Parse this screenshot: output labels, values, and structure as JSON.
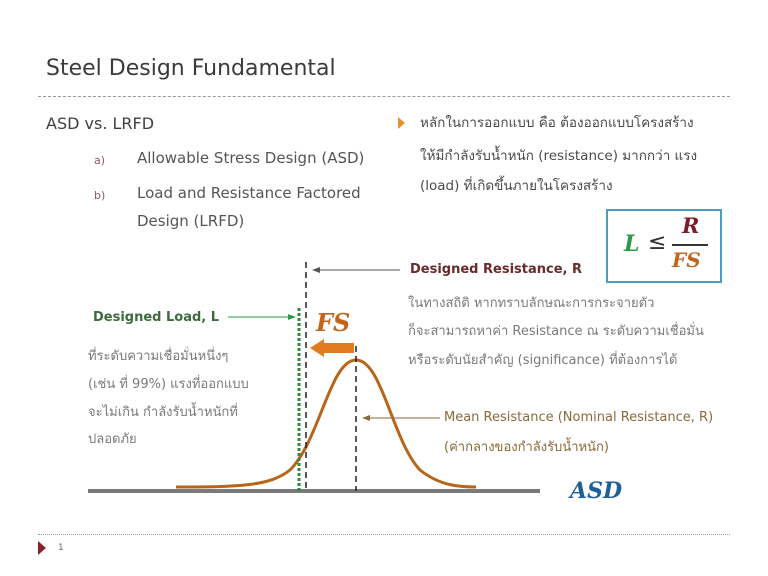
{
  "slide": {
    "title": "Steel Design Fundamental",
    "subtitle": "ASD vs. LRFD",
    "list": [
      {
        "marker": "a)",
        "text": "Allowable Stress Design (ASD)"
      },
      {
        "marker": "b)",
        "text_line1": "Load and Resistance Factored",
        "text_line2": "Design (LRFD)"
      }
    ],
    "principle": {
      "line1": "หลักในการออกแบบ  คือ ต้องออกแบบโครงสร้าง",
      "line2": "ให้มีกำลังรับน้ำหนัก  (resistance) มากกว่า แรง",
      "line3": "(load) ที่เกิดขึ้นภายในโครงสร้าง"
    },
    "formula": {
      "lhs": "L",
      "op": "≤",
      "num": "R",
      "den": "FS",
      "lhs_color": "#2e9a4a",
      "num_color": "#7a1f2a",
      "den_color": "#c0651a"
    },
    "diagram": {
      "designed_resistance_label": "Designed  Resistance, R",
      "designed_load_label": "Designed  Load, L",
      "fs_label": "FS",
      "stat_note": {
        "line1": "ในทางสถิติ หากทราบลักษณะการกระจายตัว",
        "line2": "ก็จะสามารถหาค่า  Resistance ณ ระดับความเชื่อมั่น",
        "line3": "หรือระดับนัยสำคัญ  (significance) ที่ต้องการได้"
      },
      "load_note": {
        "line1": "ที่ระดับความเชื่อมั่นหนึ่งๆ",
        "line2": "(เช่น ที่ 99%) แรงที่ออกแบบ",
        "line3": "จะไม่เกิน กำลังรับน้ำหนักที่",
        "line4": "ปลอดภัย"
      },
      "mean_label": "Mean Resistance (Nominal Resistance, R)",
      "mean_sub": "(ค่ากลางของกำลังรับน้ำหนัก)",
      "method_label": "ASD",
      "curve_color": "#b8651a",
      "load_line_color": "#2e8a3a"
    },
    "page_number": "1"
  }
}
